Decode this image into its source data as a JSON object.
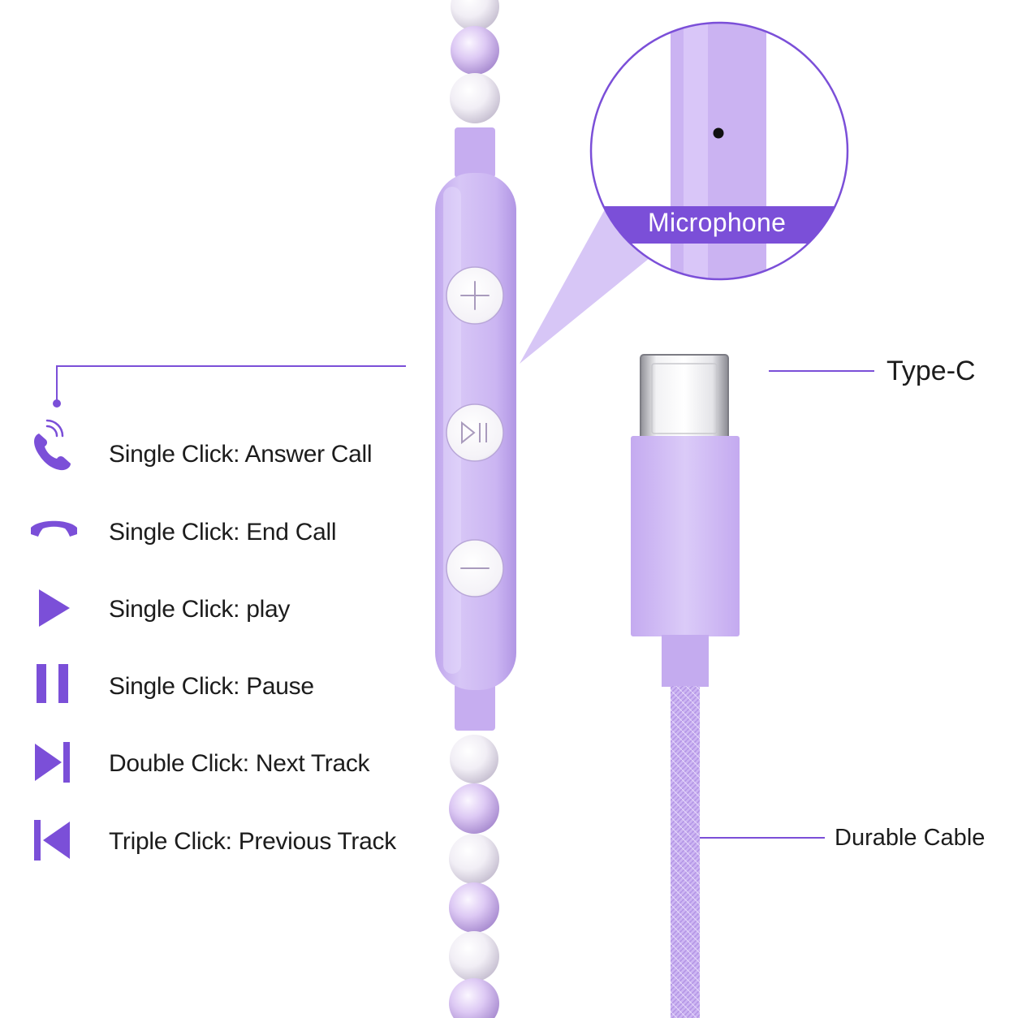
{
  "colors": {
    "accent": "#7b4fd8",
    "lavender": "#c9b1f0",
    "lavender_light": "#ddcdf7",
    "pearl": "#f3f0f6",
    "text": "#1c1c1c"
  },
  "callouts": {
    "microphone": "Microphone",
    "type_c": "Type-C",
    "durable_cable": "Durable Cable"
  },
  "remote_buttons": [
    {
      "name": "volume-up-button",
      "icon": "plus-icon"
    },
    {
      "name": "play-pause-button",
      "icon": "play-pause-icon"
    },
    {
      "name": "volume-down-button",
      "icon": "minus-icon"
    }
  ],
  "features": [
    {
      "icon": "phone-answer-icon",
      "label": "Single Click: Answer Call"
    },
    {
      "icon": "phone-hangup-icon",
      "label": "Single Click: End Call"
    },
    {
      "icon": "play-icon",
      "label": "Single Click: play"
    },
    {
      "icon": "pause-icon",
      "label": "Single Click: Pause"
    },
    {
      "icon": "next-track-icon",
      "label": "Double Click: Next Track"
    },
    {
      "icon": "previous-track-icon",
      "label": "Triple Click: Previous Track"
    }
  ]
}
